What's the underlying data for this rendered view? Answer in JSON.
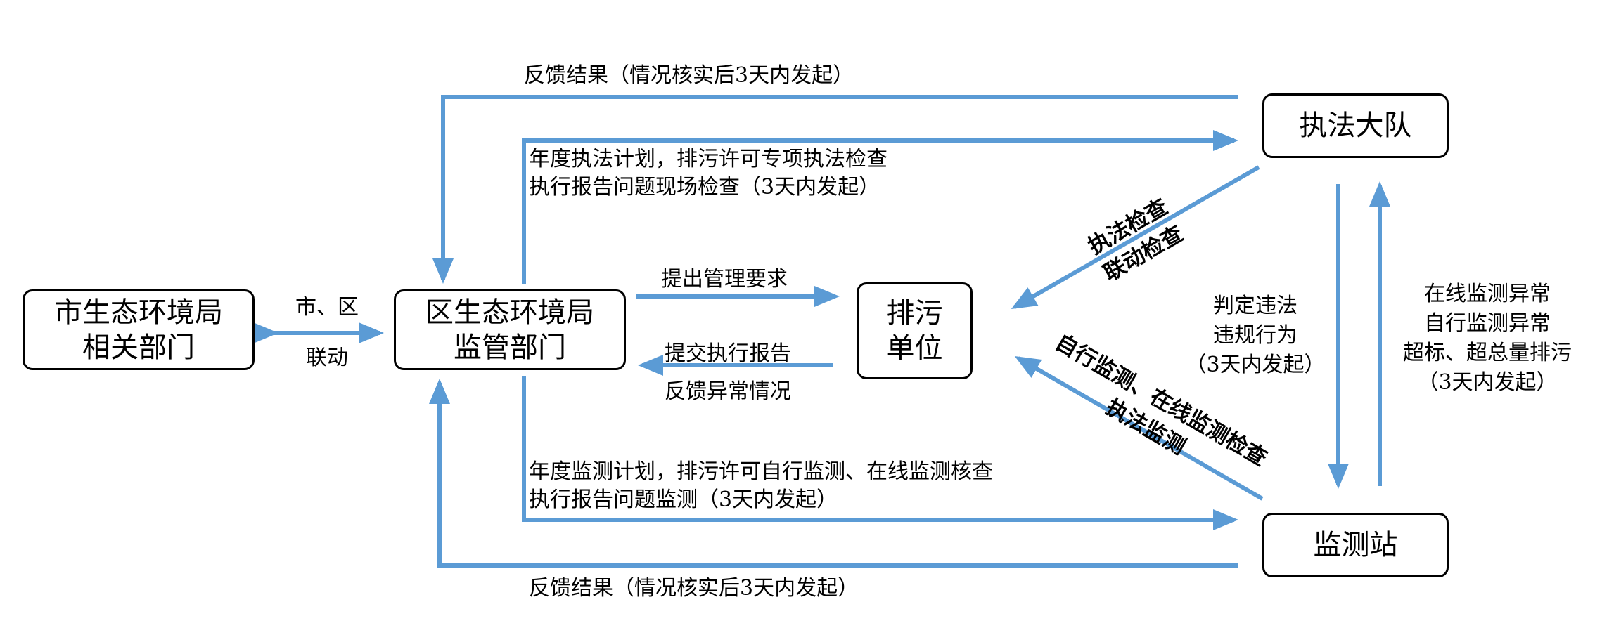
{
  "nodes": {
    "city_bureau": {
      "lines": [
        "市生态环境局",
        "相关部门"
      ]
    },
    "district_bureau": {
      "lines": [
        "区生态环境局",
        "监管部门"
      ]
    },
    "polluter": {
      "lines": [
        "排污",
        "单位"
      ]
    },
    "enforcement": {
      "lines": [
        "执法大队"
      ]
    },
    "monitoring": {
      "lines": [
        "监测站"
      ]
    }
  },
  "edges": {
    "feedback_top": "反馈结果（情况核实后3天内发起）",
    "enforcement_plan": [
      "年度执法计划，排污许可专项执法检查",
      "执行报告问题现场检查（3天内发起）"
    ],
    "city_district_link": [
      "市、区",
      "联动"
    ],
    "management_req": "提出管理要求",
    "submit_report": [
      "提交执行报告",
      "反馈异常情况"
    ],
    "monitoring_plan": [
      "年度监测计划，排污许可自行监测、在线监测核查",
      "执行报告问题监测（3天内发起）"
    ],
    "feedback_bottom": "反馈结果（情况核实后3天内发起）",
    "enforcement_check": [
      "执法检查",
      "联动检查"
    ],
    "self_monitoring_check": [
      "自行监测、在线监测检查",
      "执法监测"
    ],
    "determine_violation": [
      "判定违法",
      "违规行为",
      "（3天内发起）"
    ],
    "online_anomaly": [
      "在线监测异常",
      "自行监测异常",
      "超标、超总量排污",
      "（3天内发起）"
    ]
  },
  "colors": {
    "arrow": "#5B9BD5",
    "border": "#000000",
    "text": "#000000"
  }
}
